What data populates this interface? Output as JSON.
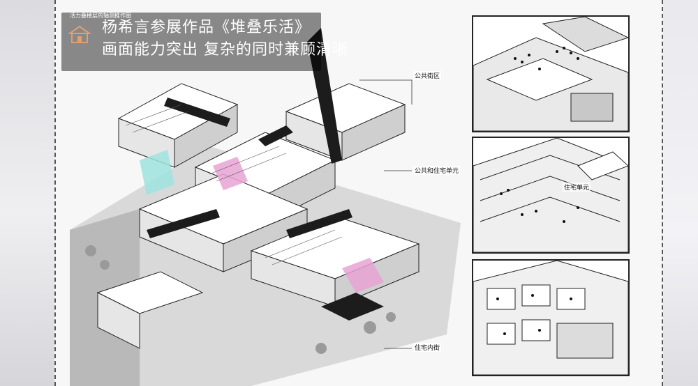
{
  "caption": {
    "line1": "杨希言参展作品《堆叠乐活》",
    "line2": "画面能力突出 复杂的同时兼顾清晰"
  },
  "drawing_title": "活力叠楼层的轴测推作图",
  "labels": {
    "public_street": "公共街区",
    "public_residential_unit": "公共和住宅单元",
    "residential_facade": "住宅内街",
    "panel2_note": "住宅单元"
  },
  "watermark": "",
  "footer_credit": "",
  "colors": {
    "accent_pink": "#e8a3d4",
    "accent_cyan": "#9fe3df",
    "ink": "#1c1c1c",
    "paper": "#f7f7f8"
  }
}
